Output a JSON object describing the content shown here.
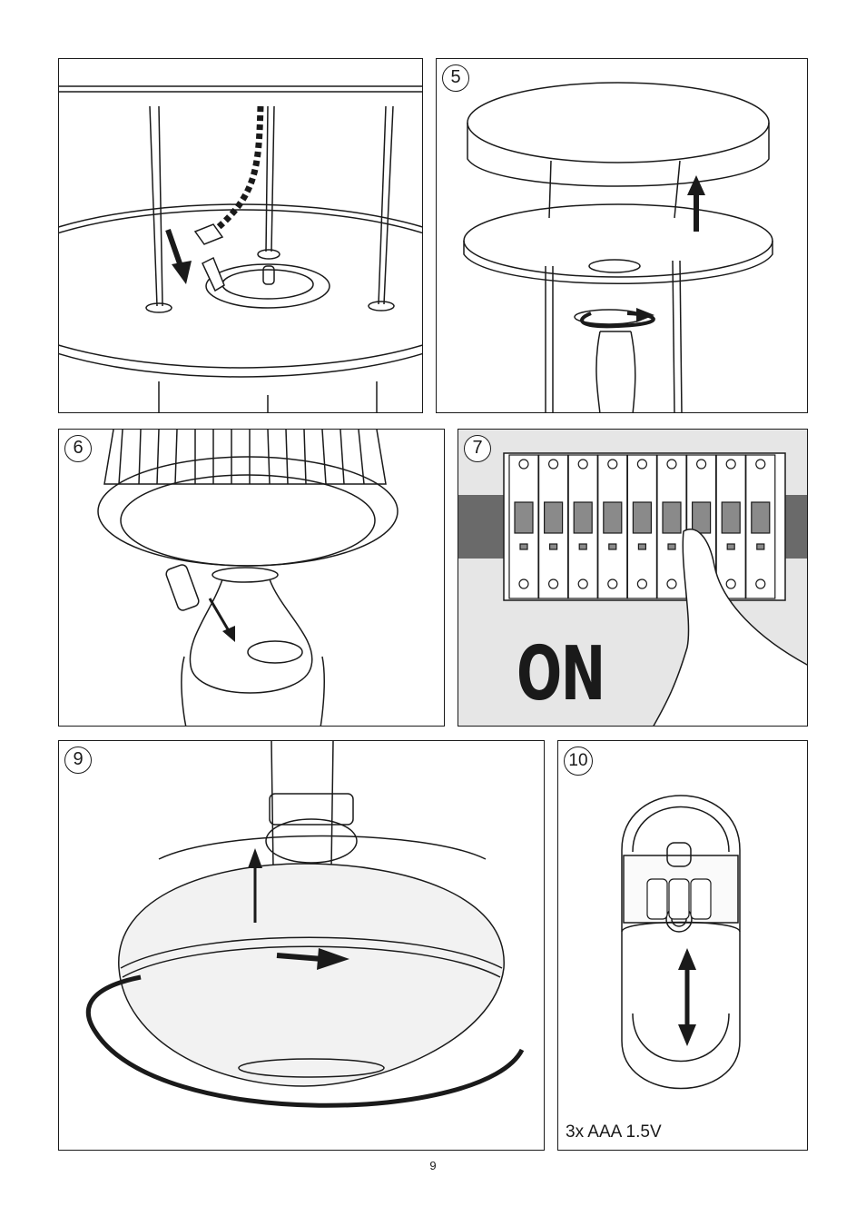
{
  "steps": {
    "step4": {
      "number": ""
    },
    "step5": {
      "number": "5"
    },
    "step6": {
      "number": "6"
    },
    "step7": {
      "number": "7",
      "action_text": "ON"
    },
    "step9": {
      "number": "9"
    },
    "step10": {
      "number": "10",
      "battery_text": "3x AAA 1.5V"
    }
  },
  "page_number": "9",
  "colors": {
    "line": "#1a1a1a",
    "panel_gray": "#e6e6e6",
    "switch_gray": "#8a8a8a",
    "rail_gray": "#6a6a6a"
  }
}
